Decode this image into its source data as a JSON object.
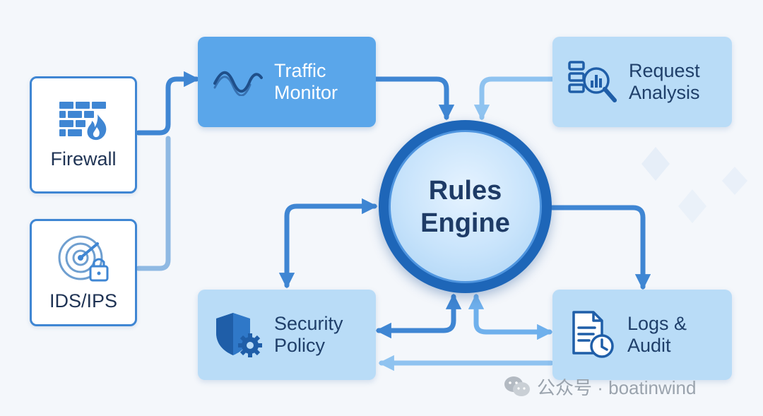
{
  "diagram": {
    "center": {
      "label": "Rules\nEngine"
    },
    "nodes": {
      "firewall": {
        "label": "Firewall",
        "icon": "firewall-icon"
      },
      "ids_ips": {
        "label": "IDS/IPS",
        "icon": "radar-lock-icon"
      },
      "traffic_monitor": {
        "label": "Traffic\nMonitor",
        "icon": "wave-icon"
      },
      "request_analysis": {
        "label": "Request\nAnalysis",
        "icon": "analysis-magnifier-icon"
      },
      "security_policy": {
        "label": "Security\nPolicy",
        "icon": "shield-gear-icon"
      },
      "logs_audit": {
        "label": "Logs &\nAudit",
        "icon": "document-clock-icon"
      }
    }
  },
  "watermark": {
    "text": "公众号 · boatinwind",
    "icon": "wechat-icon"
  },
  "colors": {
    "primary": "#5aa6ea",
    "primary_dark": "#1e66b8",
    "light": "#b9dcf7",
    "arrow": "#3f86d3",
    "arrow_light": "#8fc3f0",
    "text_dark": "#1f3354"
  }
}
